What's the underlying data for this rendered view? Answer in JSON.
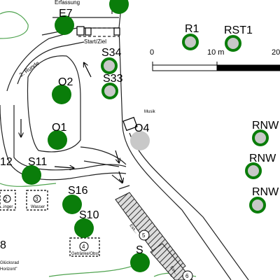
{
  "colors": {
    "filled_marker": "#0a7d0a",
    "hollow_fill": "#c8c8c8",
    "hollow_ring": "#0a7d0a",
    "plain_hollow": "#c8c8c8",
    "path_green": "#4fa34f",
    "hatch": "#666666"
  },
  "scale_bar": {
    "ticks": [
      "0",
      "10 m",
      "20"
    ]
  },
  "map_labels": {
    "erfassung": "Erfassung",
    "start_ziel": "Start/Ziel",
    "runde": "2. Runde",
    "musik": "Musik",
    "stand_2": "2",
    "stand_2_text": "...inger",
    "stand_3": "3",
    "stand_3_text": "Wasser",
    "stand_4": "4",
    "stand_4_text": "Getränke/Obst",
    "stand_5": "5",
    "stand_6": "6",
    "gluecksrad": "Glücksrad",
    "horizont": "Horizont\"",
    "num_8": "8",
    "hatch_text_1": "Ess...",
    "hatch_text_2": "Ess..."
  },
  "markers": [
    {
      "id": "E7",
      "style": "filled"
    },
    {
      "id": "top",
      "label": "",
      "style": "filled"
    },
    {
      "id": "R1",
      "style": "hollow-ring"
    },
    {
      "id": "RST1",
      "style": "hollow-ring"
    },
    {
      "id": "S34",
      "style": "hollow-ring"
    },
    {
      "id": "S33",
      "style": "hollow-ring"
    },
    {
      "id": "O2",
      "style": "filled"
    },
    {
      "id": "O1",
      "style": "filled"
    },
    {
      "id": "O4",
      "style": "plain-hollow"
    },
    {
      "id": "12",
      "style": "filled"
    },
    {
      "id": "S11",
      "style": "filled"
    },
    {
      "id": "S16",
      "style": "filled"
    },
    {
      "id": "S10",
      "style": "filled"
    },
    {
      "id": "S",
      "style": "filled"
    },
    {
      "id": "RNW1",
      "label": "RNW",
      "style": "hollow-ring"
    },
    {
      "id": "RNW2",
      "label": "RNW",
      "style": "hollow-ring"
    },
    {
      "id": "RNW3",
      "label": "RNW",
      "style": "hollow-ring"
    }
  ]
}
